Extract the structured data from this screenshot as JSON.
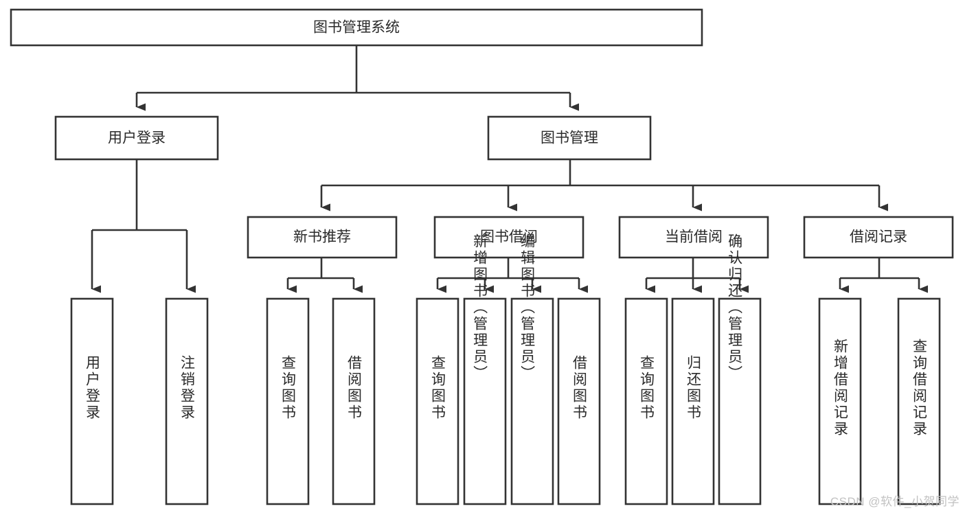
{
  "diagram": {
    "type": "tree-hierarchy-chart",
    "title": "图书管理系统",
    "style": {
      "box_fill": "#ffffff",
      "box_stroke": "#333333",
      "text_color": "#2a2a2a",
      "background": "#ffffff",
      "watermark_color": "#c2c2c2"
    },
    "levels": [
      {
        "level": 1,
        "nodes": [
          {
            "id": "root",
            "label": "图书管理系统",
            "orientation": "horizontal"
          }
        ]
      },
      {
        "level": 2,
        "nodes": [
          {
            "id": "login",
            "label": "用户登录",
            "orientation": "horizontal",
            "parent": "root"
          },
          {
            "id": "bookmgmt",
            "label": "图书管理",
            "orientation": "horizontal",
            "parent": "root"
          }
        ]
      },
      {
        "level": 3,
        "nodes": [
          {
            "id": "newbook",
            "label": "新书推荐",
            "orientation": "horizontal",
            "parent": "bookmgmt"
          },
          {
            "id": "borrow",
            "label": "图书借阅",
            "orientation": "horizontal",
            "parent": "bookmgmt"
          },
          {
            "id": "current",
            "label": "当前借阅",
            "orientation": "horizontal",
            "parent": "bookmgmt"
          },
          {
            "id": "records",
            "label": "借阅记录",
            "orientation": "horizontal",
            "parent": "bookmgmt"
          }
        ]
      },
      {
        "level": 4,
        "nodes": [
          {
            "id": "leaf1",
            "label": "用户登录",
            "orientation": "vertical",
            "parent": "login"
          },
          {
            "id": "leaf2",
            "label": "注销登录",
            "orientation": "vertical",
            "parent": "login"
          },
          {
            "id": "leaf3",
            "label": "查询图书",
            "orientation": "vertical",
            "parent": "newbook"
          },
          {
            "id": "leaf4",
            "label": "借阅图书",
            "orientation": "vertical",
            "parent": "newbook"
          },
          {
            "id": "leaf5",
            "label": "查询图书",
            "orientation": "vertical",
            "parent": "borrow"
          },
          {
            "id": "leaf6",
            "label": "新增图书（管理员）",
            "orientation": "vertical",
            "parent": "borrow"
          },
          {
            "id": "leaf7",
            "label": "编辑图书（管理员）",
            "orientation": "vertical",
            "parent": "borrow"
          },
          {
            "id": "leaf8",
            "label": "借阅图书",
            "orientation": "vertical",
            "parent": "borrow"
          },
          {
            "id": "leaf9",
            "label": "查询图书",
            "orientation": "vertical",
            "parent": "current"
          },
          {
            "id": "leaf10",
            "label": "归还图书",
            "orientation": "vertical",
            "parent": "current"
          },
          {
            "id": "leaf11",
            "label": "确认归还（管理员）",
            "orientation": "vertical",
            "parent": "current"
          },
          {
            "id": "leaf12",
            "label": "新增借阅记录",
            "orientation": "vertical",
            "parent": "records"
          },
          {
            "id": "leaf13",
            "label": "查询借阅记录",
            "orientation": "vertical",
            "parent": "records"
          }
        ]
      }
    ]
  },
  "watermark": {
    "text": "CSDN @软件_小贺同学"
  }
}
